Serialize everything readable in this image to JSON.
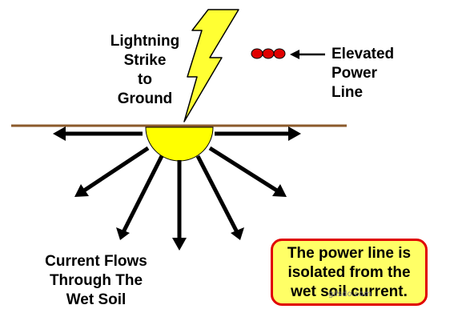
{
  "labels": {
    "strike": [
      "Lightning",
      "Strike",
      "to",
      "Ground"
    ],
    "power_line": [
      "Elevated",
      "Power",
      "Line"
    ],
    "current": [
      "Current Flows",
      "Through The",
      "Wet Soil"
    ]
  },
  "callout": {
    "lines": [
      "The power line is",
      "isolated from the",
      "wet soil current."
    ]
  },
  "watermark": "gilsdo.com",
  "colors": {
    "bolt_fill": "#ffff33",
    "strike_pool": "#ffff00",
    "ground_line": "#8b5a2b",
    "power_line_dots": "#e00000",
    "callout_bg": "#ffff66",
    "callout_border": "#e00000",
    "arrows": "#000000"
  }
}
